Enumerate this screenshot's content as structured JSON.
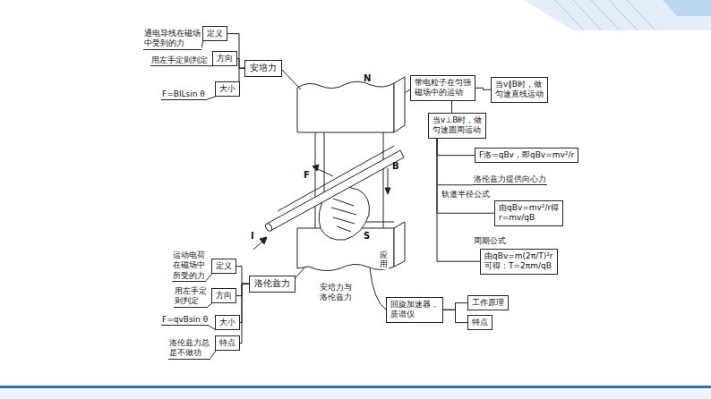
{
  "diagram": {
    "nodes": [
      {
        "text": [
          "安培力"
        ]
      },
      {
        "text": [
          "定义"
        ]
      },
      {
        "text": [
          "方向"
        ]
      },
      {
        "text": [
          "大小"
        ]
      },
      {
        "text": [
          "洛伦兹力"
        ]
      },
      {
        "text": [
          "定义"
        ]
      },
      {
        "text": [
          "方向"
        ]
      },
      {
        "text": [
          "大小"
        ]
      },
      {
        "text": [
          "特点"
        ]
      },
      {
        "text": [
          "带电粒子在匀强 磁场中的运动"
        ]
      },
      {
        "text": [
          "当v∥B时，做 匀速直线运动"
        ]
      },
      {
        "text": [
          "当v⊥B时，做 匀速圆周运动"
        ]
      },
      {
        "text": [
          "F洛=qBv，即qBv=mv²/r"
        ]
      },
      {
        "text": [
          "由qBv=mv²/r得 r=mv/qB"
        ]
      },
      {
        "text": [
          "由qBv=m(2π/T)²r 可得：T=2πm/qB"
        ]
      },
      {
        "text": [
          "回旋加速器， 质谱仪"
        ]
      },
      {
        "text": [
          "工作原理"
        ]
      },
      {
        "text": [
          "特点"
        ]
      }
    ],
    "edges": [
      {
        "from": 0,
        "to": 1,
        "arrow": "none"
      },
      {
        "from": 0,
        "to": 2,
        "arrow": "none"
      },
      {
        "from": 0,
        "to": 3,
        "arrow": "none"
      },
      {
        "from": 4,
        "to": 5,
        "arrow": "none"
      },
      {
        "from": 4,
        "to": 6,
        "arrow": "none"
      },
      {
        "from": 4,
        "to": 7,
        "arrow": "none"
      },
      {
        "from": 4,
        "to": 8,
        "arrow": "none"
      },
      {
        "from": 9,
        "to": 10,
        "arrow": "none"
      },
      {
        "from": 9,
        "to": 11,
        "arrow": "none"
      },
      {
        "from": 11,
        "to": 12,
        "arrow": "none"
      },
      {
        "from": 11,
        "to": 13,
        "arrow": "none"
      },
      {
        "from": 11,
        "to": 14,
        "arrow": "none"
      },
      {
        "from": 15,
        "to": 16,
        "arrow": "none"
      },
      {
        "from": 15,
        "to": 17,
        "arrow": "none"
      }
    ],
    "labels": [
      "通电导线在磁场 中受到的力",
      "用左手定则判定",
      "F=BILsin θ",
      "N",
      "B",
      "F",
      "I",
      "S",
      "运动电荷 在磁场中 所受的力",
      "用左手定 则判定",
      "F=qvBsin θ",
      "洛伦兹力总 是不做功",
      "安培力与 洛伦兹力",
      "应用",
      "洛伦兹力提供向心力",
      "轨道半径公式",
      "周期公式"
    ]
  }
}
